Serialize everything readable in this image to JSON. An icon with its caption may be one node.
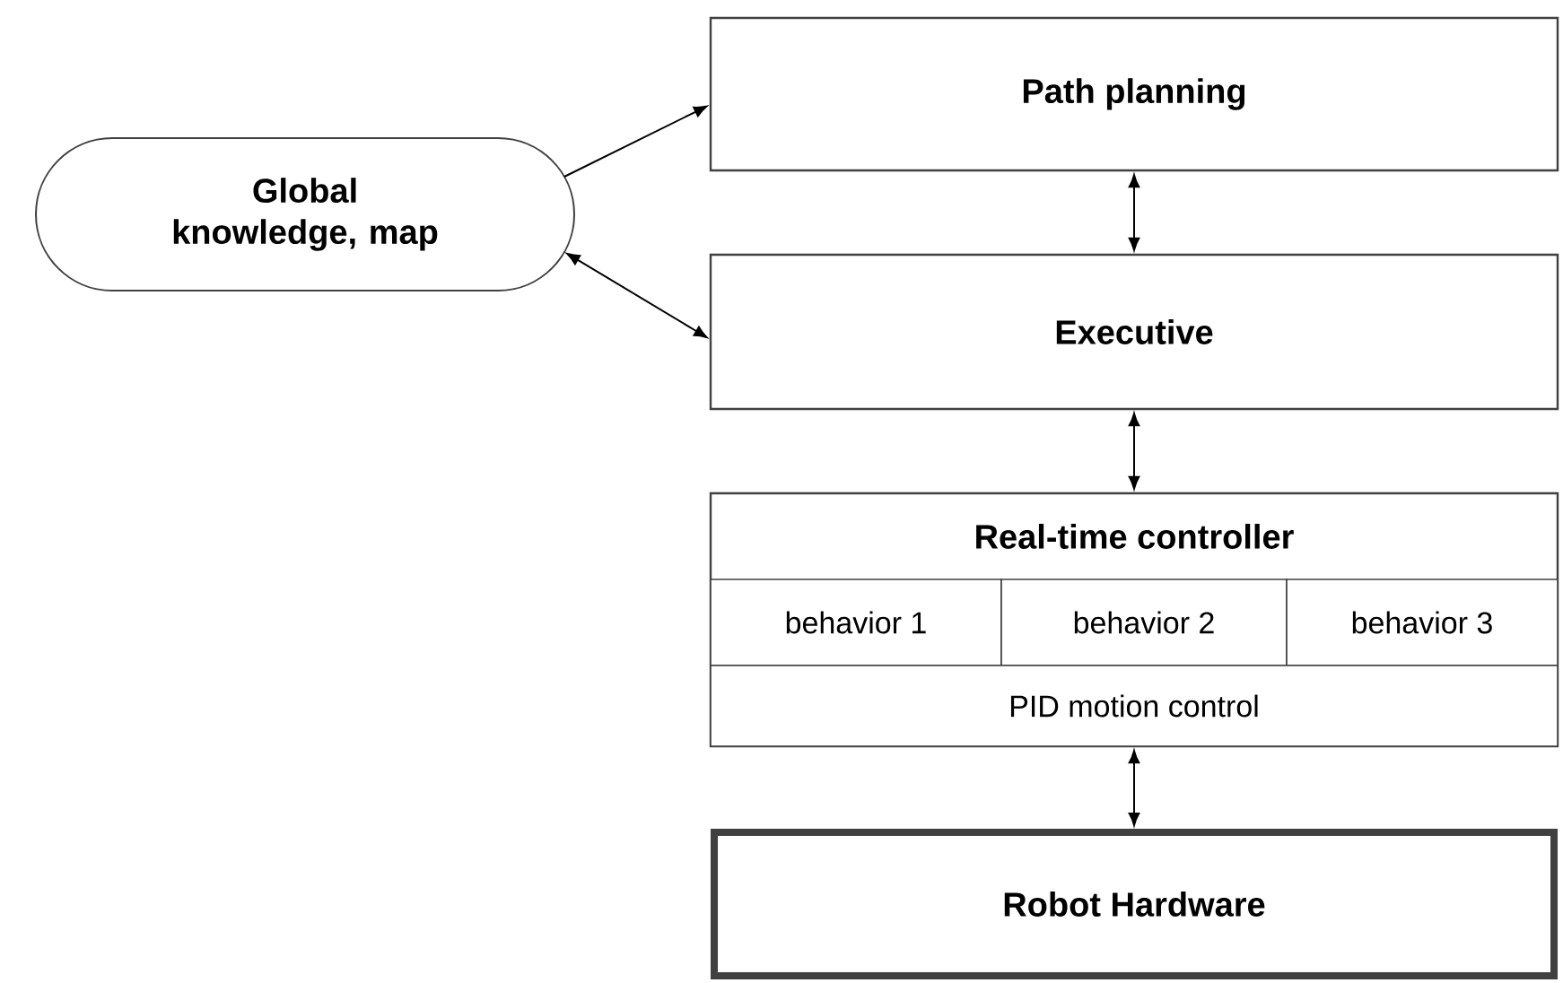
{
  "diagram": {
    "nodes": [
      {
        "text": [
          "Global knowledge, map"
        ]
      },
      {
        "text": [
          "Path planning"
        ]
      },
      {
        "text": [
          "Executive"
        ]
      },
      {
        "text": [
          "Real-time controller"
        ]
      },
      {
        "text": [
          "behavior 1"
        ],
        "in": 3
      },
      {
        "text": [
          "behavior 2"
        ],
        "in": 3
      },
      {
        "text": [
          "behavior 3"
        ],
        "in": 3
      },
      {
        "text": [
          "PID motion control"
        ],
        "in": 3
      },
      {
        "text": [
          "Robot Hardware"
        ]
      }
    ],
    "edges": [
      {
        "from": 0,
        "to": 1,
        "arrow": "to"
      },
      {
        "from": 0,
        "to": 2,
        "arrow": "both"
      },
      {
        "from": 1,
        "to": 2,
        "arrow": "both"
      },
      {
        "from": 2,
        "to": 3,
        "arrow": "both"
      },
      {
        "from": 3,
        "to": 8,
        "arrow": "both"
      }
    ]
  }
}
